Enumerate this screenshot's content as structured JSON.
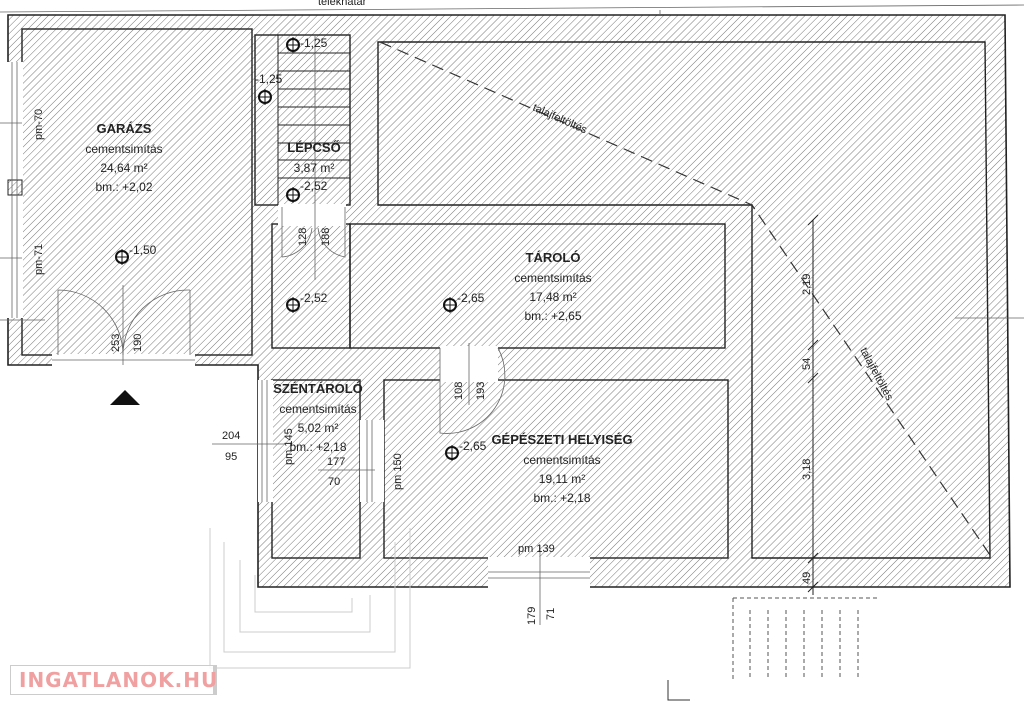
{
  "site_label": "telekhatár",
  "rooms": {
    "garage": {
      "name": "GARÁZS",
      "floor": "cementsimítás",
      "area": "24,64 m²",
      "level": "bm.: +2,02"
    },
    "stairs": {
      "name": "LÉPCSŐ",
      "area": "3,87 m²"
    },
    "storage": {
      "name": "TÁROLÓ",
      "floor": "cementsimítás",
      "area": "17,48 m²",
      "level": "bm.: +2,65"
    },
    "coal_storage": {
      "name": "SZÉNTÁROLÓ",
      "floor": "cementsimítás",
      "area": "5,02 m²",
      "level": "bm.: +2,18"
    },
    "mechanical": {
      "name": "GÉPÉSZETI HELYISÉG",
      "floor": "cementsimítás",
      "area": "19,11 m²",
      "level": "bm.: +2,18"
    }
  },
  "level_markers": [
    "-1,25",
    "-1,25",
    "-2,52",
    "-1,50",
    "-2,52",
    "-2,65",
    "-2,65"
  ],
  "dimensions": {
    "garage_window_top": "pm-70",
    "garage_window_bottom": "pm-71",
    "garage_door_h": "253",
    "garage_door_w": "190",
    "stair_door_w": "128",
    "stair_door_h": "188",
    "storage_door_w": "108",
    "storage_door_h": "193",
    "window_a_w": "204",
    "window_a_h": "95",
    "window_a_pm": "pm 145",
    "window_b_w": "177",
    "window_b_h": "70",
    "window_b_pm": "pm 150",
    "window_c_pm": "pm 139",
    "window_c_w": "179",
    "window_c_h": "71",
    "right_1": "2,19",
    "right_2": "54",
    "right_3": "3,18",
    "right_4": "49"
  },
  "fill_labels": [
    "talajfeltöltés",
    "talajfeltöltés"
  ],
  "watermark": "INGATLANOK.HU"
}
